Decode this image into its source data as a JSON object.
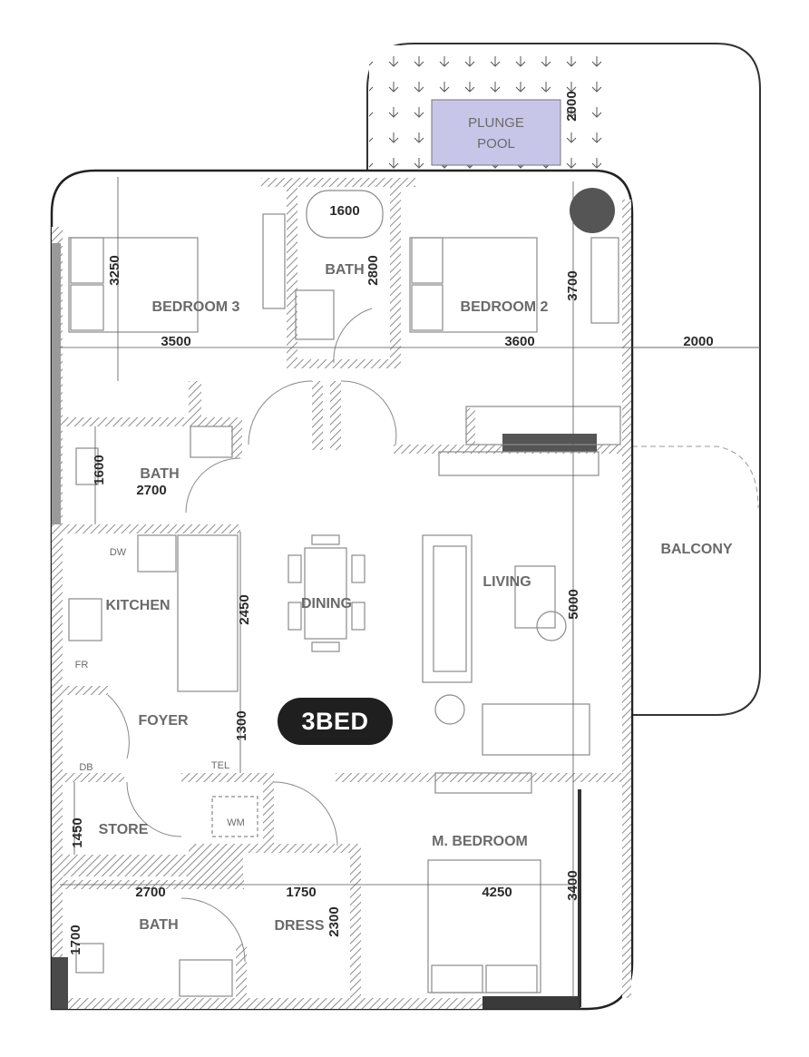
{
  "badge": "3BED",
  "rooms": {
    "plunge_pool": [
      "PLUNGE",
      "POOL"
    ],
    "bedroom3": "BEDROOM 3",
    "bath_top": "BATH",
    "bedroom2": "BEDROOM 2",
    "bath_left": "BATH",
    "kitchen": "KITCHEN",
    "dining": "DINING",
    "living": "LIVING",
    "balcony": "BALCONY",
    "foyer": "FOYER",
    "store": "STORE",
    "master_bedroom": "M. BEDROOM",
    "bath_bottom": "BATH",
    "dress": "DRESS"
  },
  "fixtures": {
    "dw": "DW",
    "fr": "FR",
    "wm": "WM",
    "db": "DB",
    "tel": "TEL"
  },
  "dimensions": {
    "pool_2000": "2000",
    "bath_1600": "1600",
    "bed3_3250": "3250",
    "bath_2800": "2800",
    "bed2_3700": "3700",
    "bed3_3500": "3500",
    "bed2_3600": "3600",
    "balcony_2000": "2000",
    "bath_1600_left": "1600",
    "bath_2700": "2700",
    "kitchen_2450": "2450",
    "living_5000": "5000",
    "foyer_1300": "1300",
    "store_1450": "1450",
    "bath_2700_bottom": "2700",
    "dress_1750": "1750",
    "mbed_4250": "4250",
    "mbed_3400": "3400",
    "dress_2300": "2300",
    "bath_1700": "1700"
  }
}
